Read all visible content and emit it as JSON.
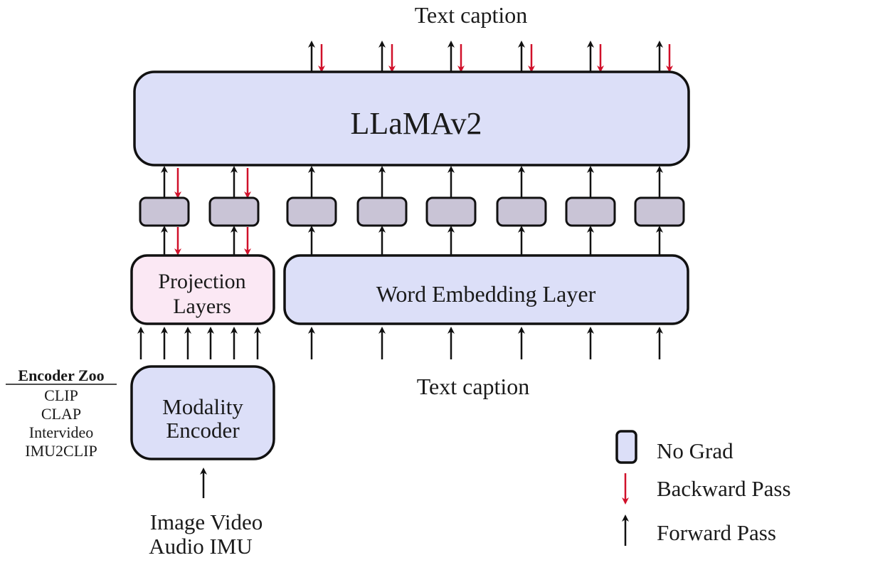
{
  "diagram": {
    "colors": {
      "no_grad_fill": "#dcdff8",
      "trainable_fill": "#fbe8f4",
      "token_fill": "#c9c4d6",
      "stroke": "#111111",
      "forward": "#111111",
      "backward": "#d0102a"
    },
    "top_caption": "Text caption",
    "llm": {
      "label": "LLaMAv2",
      "frozen": true
    },
    "tokens": {
      "modality_count": 2,
      "text_count": 6
    },
    "projection": {
      "line1": "Projection",
      "line2": "Layers",
      "frozen": false
    },
    "word_embedding": {
      "label": "Word Embedding Layer",
      "frozen": true
    },
    "bottom_caption": "Text caption",
    "encoder": {
      "line1": "Modality",
      "line2": "Encoder",
      "frozen": true
    },
    "inputs": {
      "line1": "Image Video",
      "line2": "Audio IMU"
    },
    "encoder_zoo": {
      "title": "Encoder Zoo",
      "items": [
        "CLIP",
        "CLAP",
        "Intervideo",
        "IMU2CLIP"
      ]
    },
    "legend": {
      "items": [
        {
          "label": "No Grad"
        },
        {
          "label": "Backward Pass"
        },
        {
          "label": "Forward Pass"
        }
      ]
    }
  }
}
